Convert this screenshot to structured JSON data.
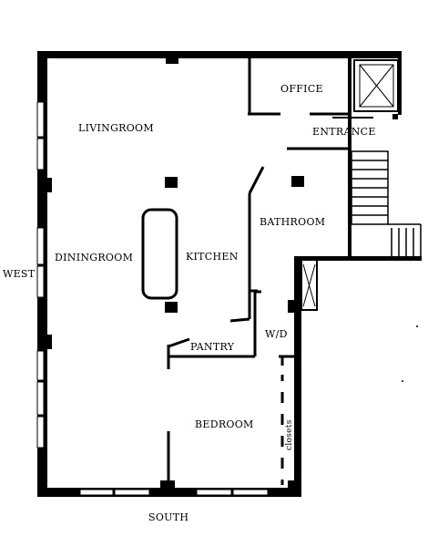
{
  "rooms": {
    "office": "OFFICE",
    "entrance": "ENTRANCE",
    "livingroom": "LIVINGROOM",
    "bathroom": "BATHROOM",
    "diningroom": "DININGROOM",
    "kitchen": "KITCHEN",
    "pantry": "PANTRY",
    "wd": "W/D",
    "bedroom": "BEDROOM",
    "closets": "closets"
  },
  "compass": {
    "west": "WEST",
    "south": "SOUTH"
  },
  "colors": {
    "wall": "#000000",
    "background": "#ffffff"
  }
}
